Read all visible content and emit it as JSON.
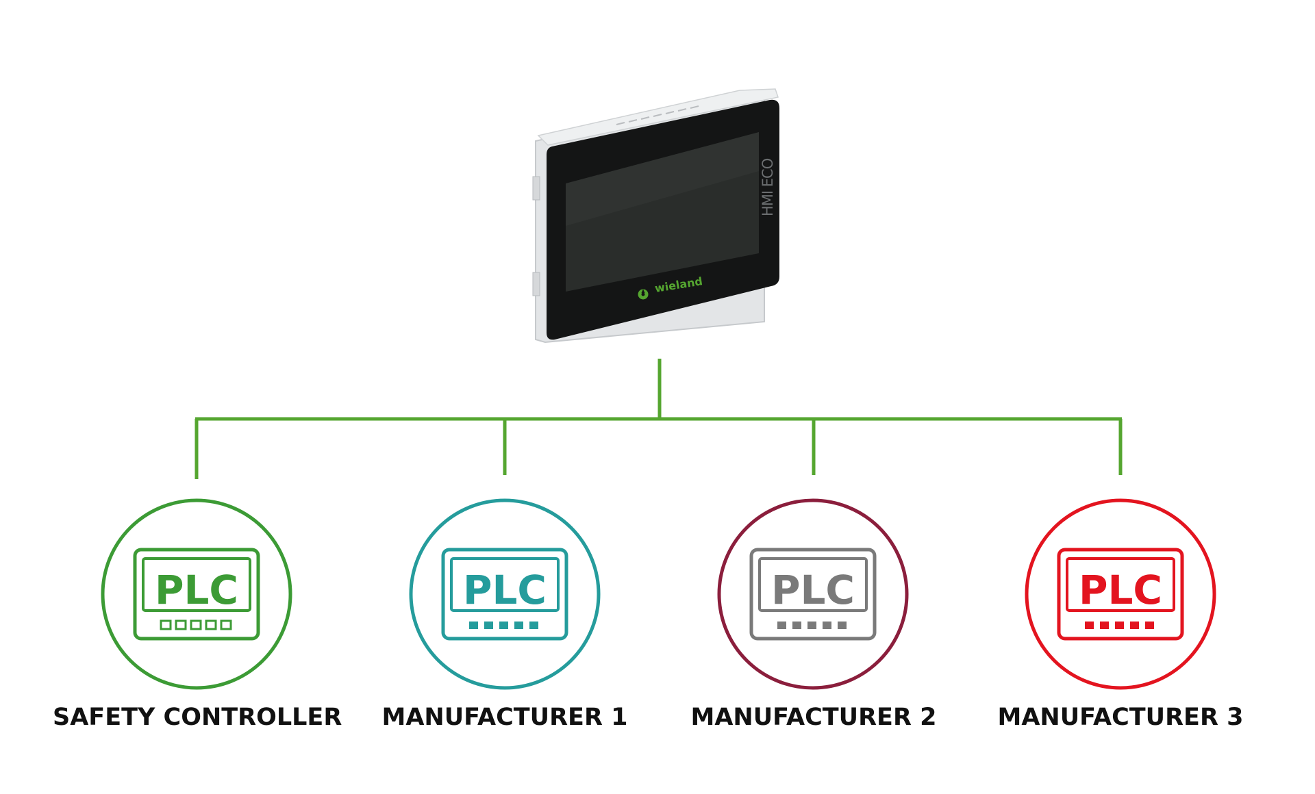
{
  "device": {
    "brand_text": "wieland",
    "model_text": "HMI ECO"
  },
  "nodes": [
    {
      "id": "safety",
      "label": "SAFETY CONTROLLER",
      "icon_text": "PLC",
      "color": "#3c9b35",
      "icon_style": "outlined-leds"
    },
    {
      "id": "m1",
      "label": "MANUFACTURER 1",
      "icon_text": "PLC",
      "color": "#259c9c",
      "icon_style": "filled-leds"
    },
    {
      "id": "m2",
      "label": "MANUFACTURER 2",
      "icon_text": "PLC",
      "color": "#8b1e3c",
      "icon_color": "#7a7a7a",
      "icon_style": "filled-leds"
    },
    {
      "id": "m3",
      "label": "MANUFACTURER 3",
      "icon_text": "PLC",
      "color": "#e3141f",
      "icon_style": "filled-leds"
    }
  ],
  "connector_color": "#55a630"
}
